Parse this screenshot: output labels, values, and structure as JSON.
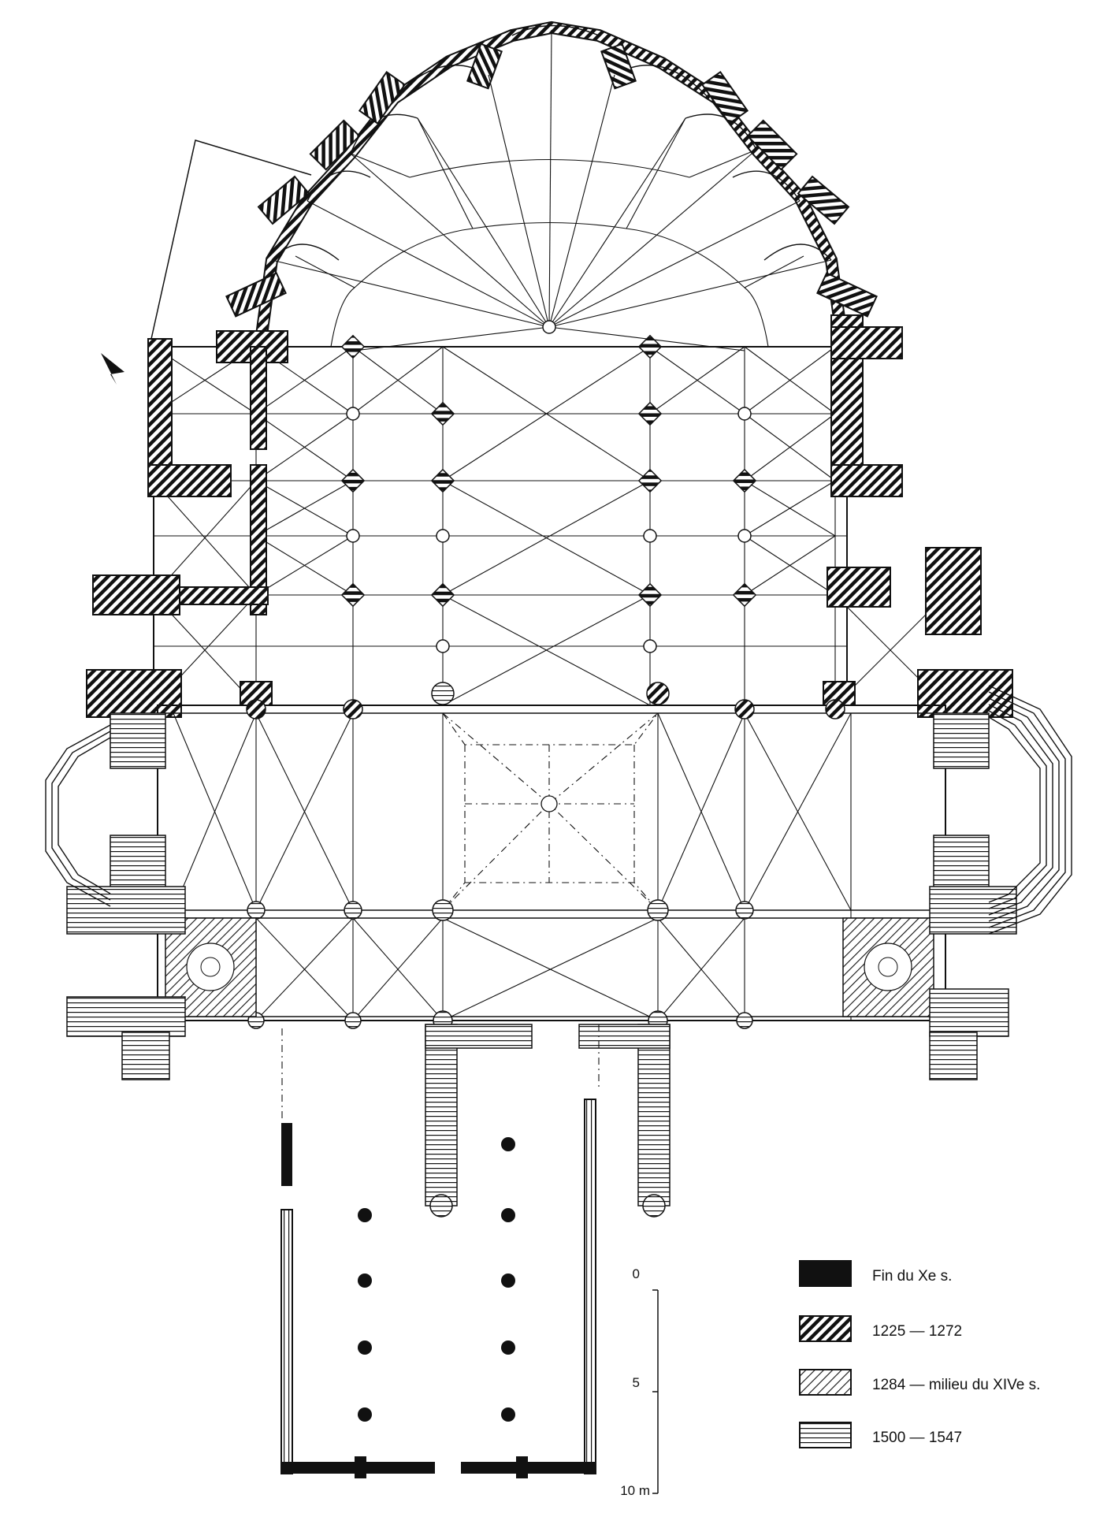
{
  "legend": [
    {
      "label": "Fin du Xe s.",
      "pattern": "solid"
    },
    {
      "label": "1225 — 1272",
      "pattern": "hatch-dense"
    },
    {
      "label": "1284 — milieu du XIVe s.",
      "pattern": "hatch-light"
    },
    {
      "label": "1500 — 1547",
      "pattern": "horizontal-lines"
    }
  ],
  "scale": {
    "ticks": [
      "0",
      "5",
      "10 m"
    ]
  },
  "colors": {
    "ink": "#111111",
    "paper": "#ffffff"
  },
  "icons": {
    "north_arrow": "north-arrow-icon"
  }
}
